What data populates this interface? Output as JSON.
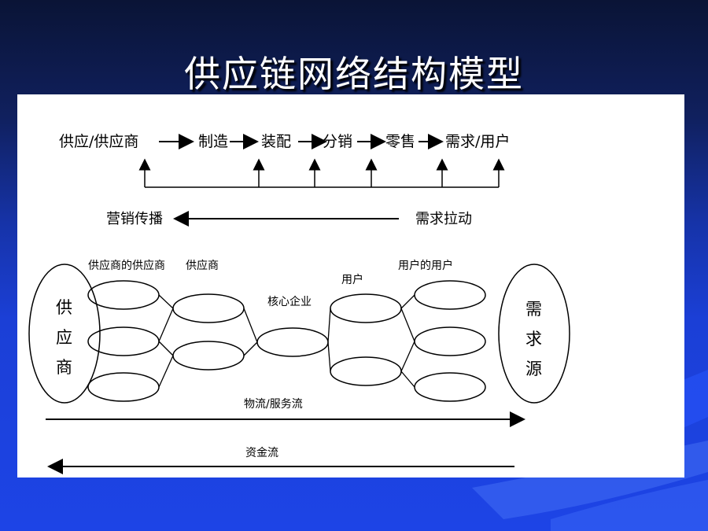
{
  "title": "供应链网络结构模型",
  "top_chain": {
    "stages": [
      "供应/供应商",
      "制造",
      "装配",
      "分销",
      "零售",
      "需求/用户"
    ]
  },
  "flows": {
    "marketing": "营销传播",
    "demand_pull": "需求拉动",
    "logistics": "物流/服务流",
    "capital": "资金流"
  },
  "network": {
    "left_source": [
      "供",
      "应",
      "商"
    ],
    "right_sink": [
      "需",
      "求",
      "源"
    ],
    "labels": {
      "supplier_of_supplier": "供应商的供应商",
      "supplier": "供应商",
      "core": "核心企业",
      "customer": "用户",
      "customer_of_customer": "用户的用户"
    }
  },
  "colors": {
    "background_top": "#0a1436",
    "background_bottom": "#1d44e6",
    "panel": "#ffffff",
    "title": "#ffffff"
  }
}
